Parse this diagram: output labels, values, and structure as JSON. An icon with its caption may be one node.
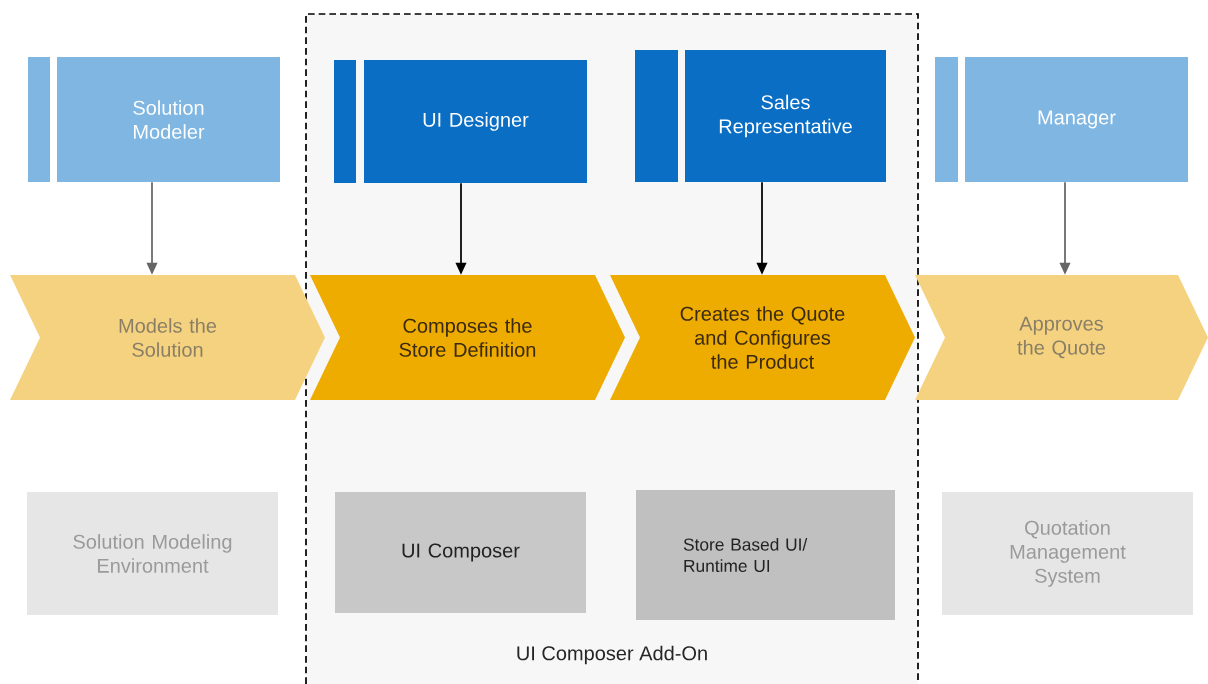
{
  "diagram": {
    "nodes": [
      {
        "text": [
          "UI Composer Add-On"
        ]
      },
      {
        "text": [
          "Solution Modeler"
        ]
      },
      {
        "text": [
          "UI Designer"
        ],
        "in": 0
      },
      {
        "text": [
          "Sales Representative"
        ],
        "in": 0
      },
      {
        "text": [
          "Manager"
        ]
      },
      {
        "text": [
          "Models the Solution"
        ]
      },
      {
        "text": [
          "Composes the Store Definition"
        ],
        "in": 0
      },
      {
        "text": [
          "Creates the Quote and Configures the Product"
        ],
        "in": 0
      },
      {
        "text": [
          "Approves the Quote"
        ]
      },
      {
        "text": [
          "Solution Modeling Environment"
        ]
      },
      {
        "text": [
          "UI Composer"
        ],
        "in": 0
      },
      {
        "text": [
          "Store Based UI/ Runtime UI"
        ],
        "in": 0
      },
      {
        "text": [
          "Quotation Management System"
        ]
      }
    ],
    "edges": [
      {
        "from": 1,
        "to": 5,
        "arrow": "to",
        "color": "#666666"
      },
      {
        "from": 2,
        "to": 6,
        "arrow": "to",
        "color": "#000000"
      },
      {
        "from": 3,
        "to": 7,
        "arrow": "to",
        "color": "#000000"
      },
      {
        "from": 4,
        "to": 8,
        "arrow": "to",
        "color": "#666666"
      }
    ]
  }
}
